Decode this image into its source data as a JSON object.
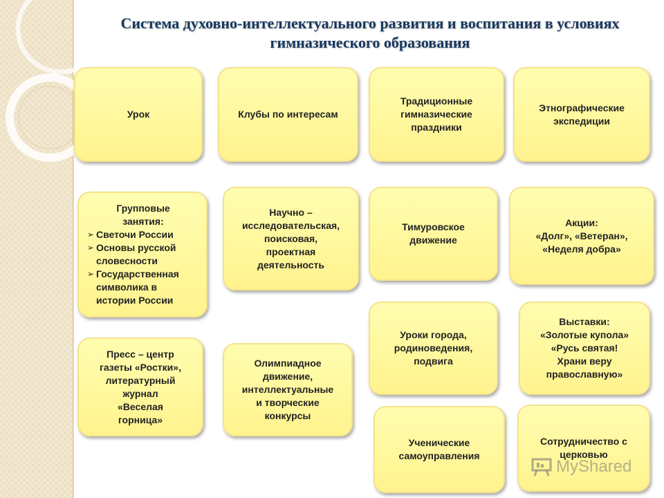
{
  "title": "Система духовно-интеллектуального развития и воспитания в условиях гимназического образования",
  "boxes": {
    "urok": "Урок",
    "klubi": "Клубы по интересам",
    "prazdniki": "Традиционные\nгимназические\nпраздники",
    "ekspedicii": "Этнографические\nэкспедиции",
    "gruppovye_title": "Групповые\nзанятия:",
    "gruppovye_items": [
      "Светочи России",
      "Основы русской словесности",
      "Государственная символика в истории России"
    ],
    "nauchno": "Научно –\nисследовательская,\nпоисковая,\nпроектная\nдеятельность",
    "timur": "Тимуровское\nдвижение",
    "akcii": "Акции:\n«Долг», «Ветеран»,\n«Неделя добра»",
    "uroki_goroda": "Уроки города,\nродиноведения,\nподвига",
    "vystavki": "Выставки:\n«Золотые купола»\n«Русь святая!\nХрани веру\nправославную»",
    "press": "Пресс – центр\nгазеты «Ростки»,\nлитературный\nжурнал\n«Веселая\nгорница»",
    "olimp": "Олимпиадное\nдвижение,\nинтеллектуальные\nи творческие\nконкурсы",
    "samoupr": "Ученические\nсамоуправления",
    "sotrud": "Сотрудничество с\nцерковью"
  },
  "watermark": "MyShared",
  "colors": {
    "box_fill": "#fff38e",
    "title": "#17375e"
  }
}
